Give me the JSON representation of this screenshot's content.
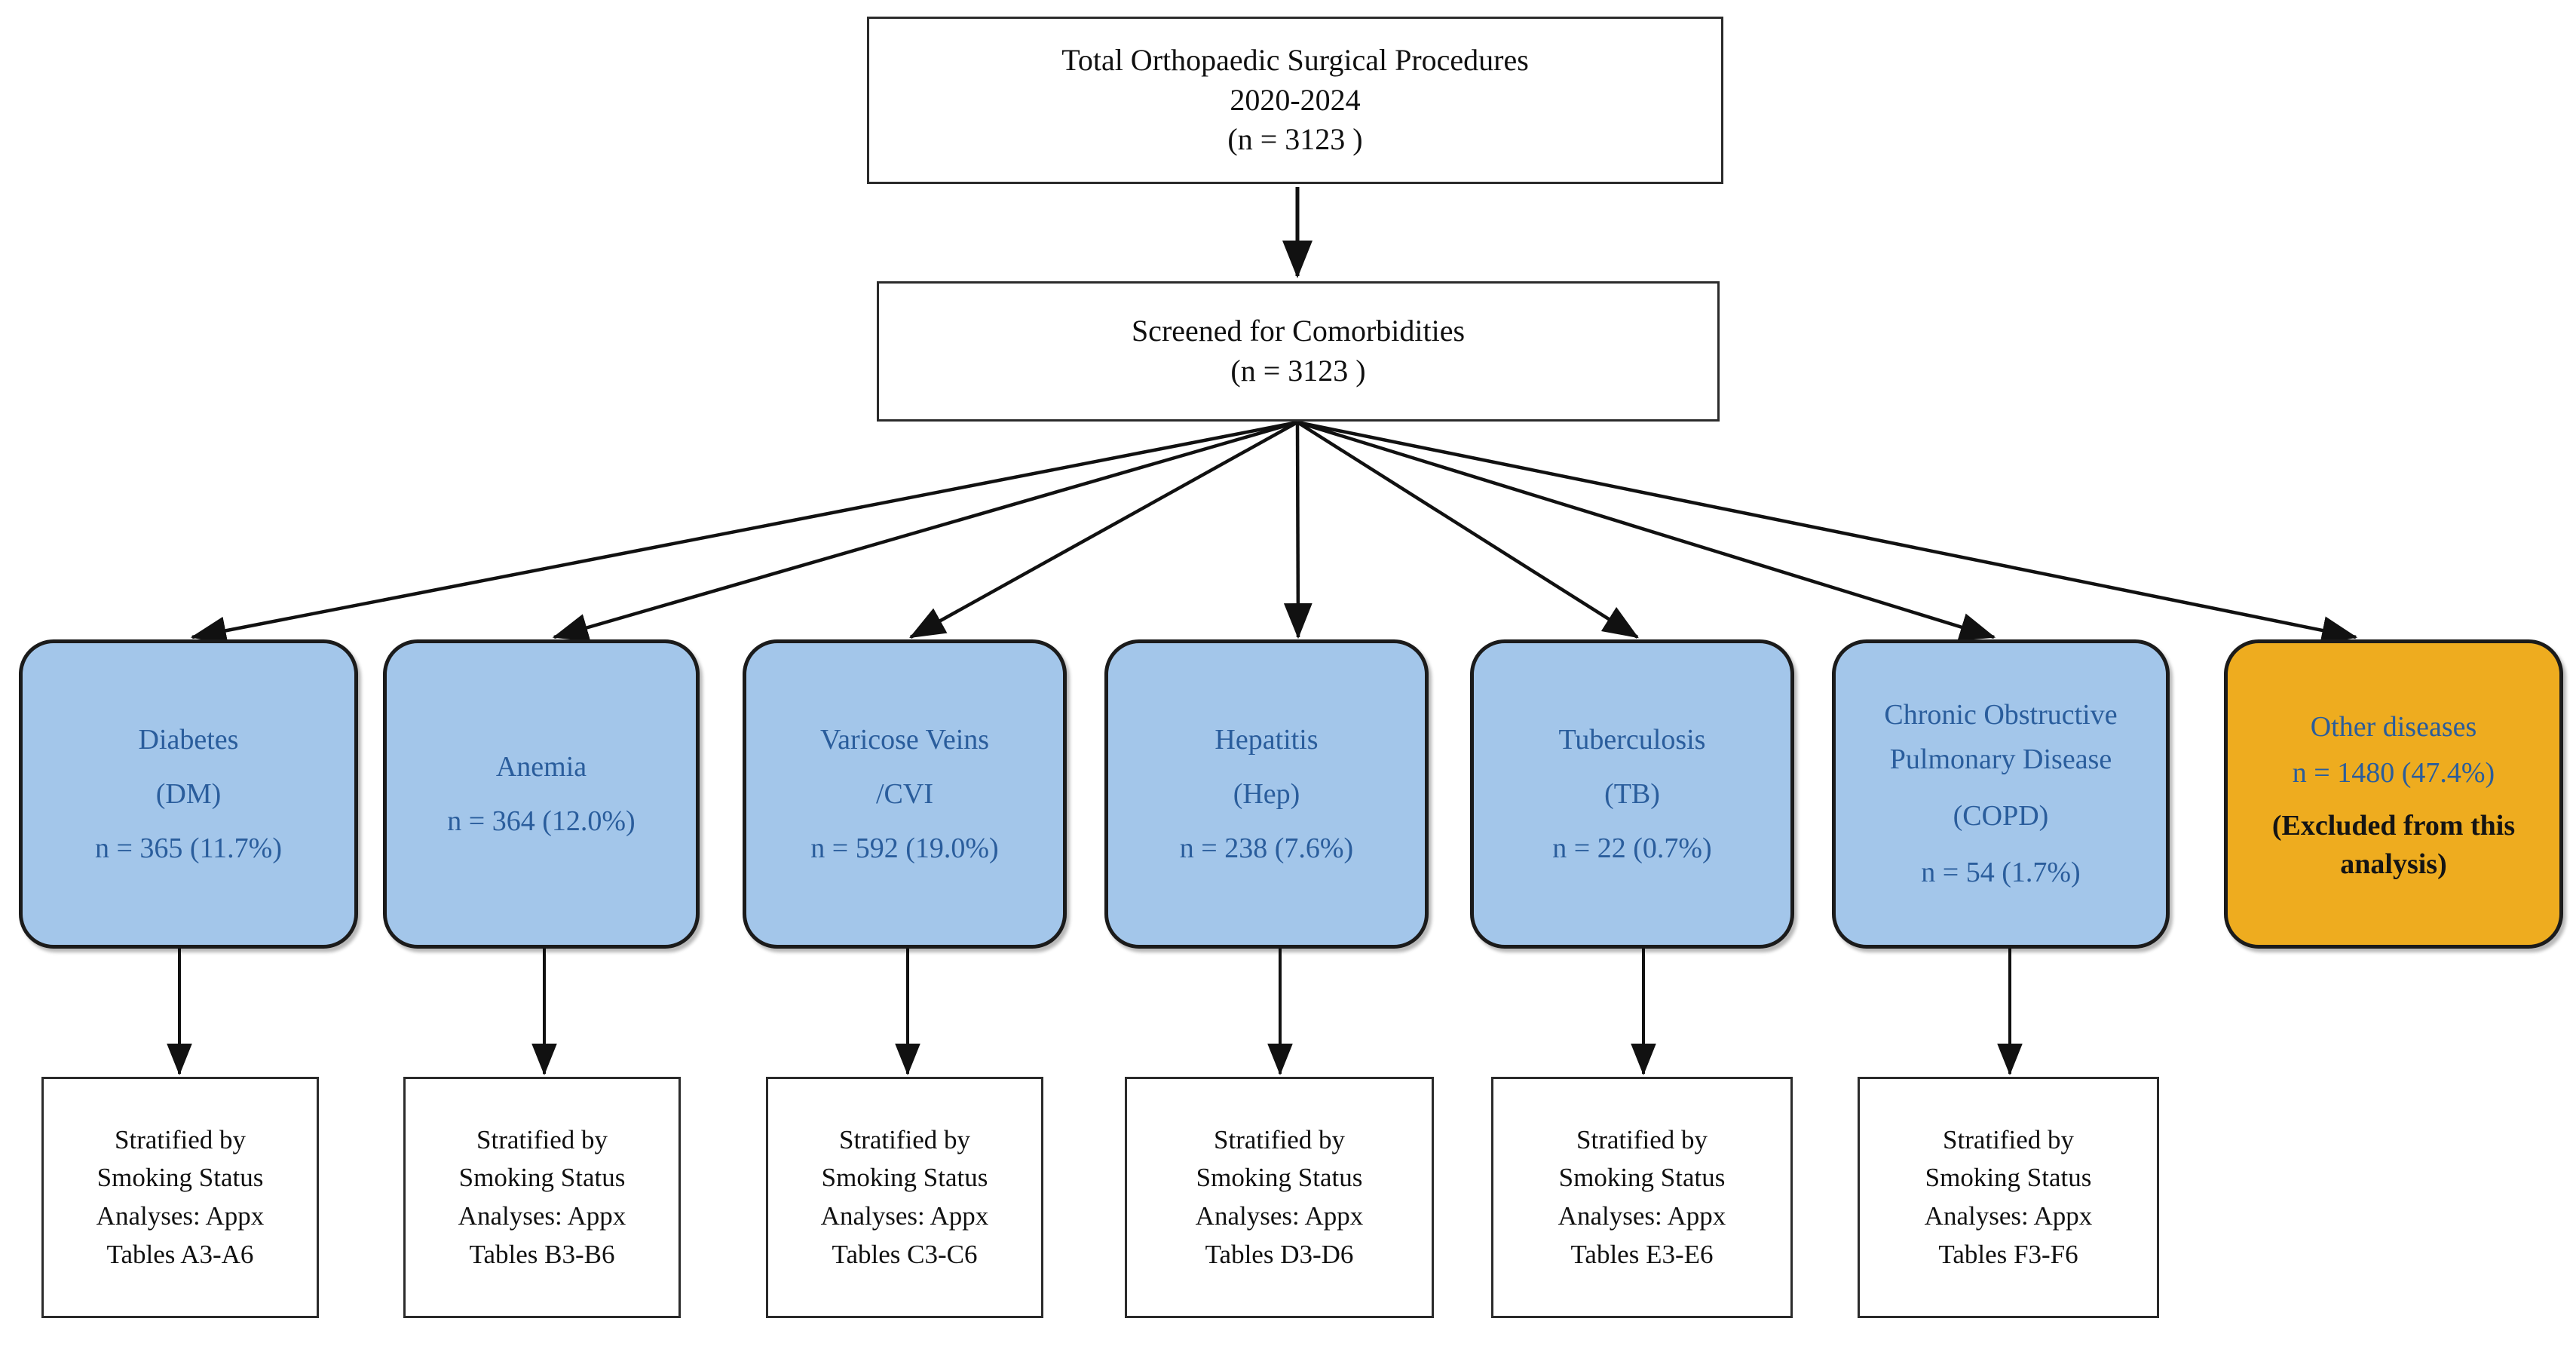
{
  "diagram": {
    "type": "flowchart",
    "title_node": {
      "lines": [
        "Total Orthopaedic Surgical Procedures",
        "2020-2024",
        "(n = 3123  )"
      ]
    },
    "screening_node": {
      "lines": [
        "Screened for Comorbidities",
        "(n = 3123  )"
      ]
    },
    "comorbidities": [
      {
        "name": "Diabetes",
        "abbrev": "(DM)",
        "count_label": "n = 365 (11.7%)",
        "n": 365,
        "percent": 11.7,
        "color": "#a3c6ea",
        "leaf": {
          "lines": [
            "Stratified by",
            "Smoking Status",
            "Analyses: Appx",
            "Tables A3-A6"
          ]
        }
      },
      {
        "name": "Anemia",
        "abbrev": "",
        "count_label": "n = 364 (12.0%)",
        "n": 364,
        "percent": 12.0,
        "color": "#a3c6ea",
        "leaf": {
          "lines": [
            "Stratified by",
            "Smoking Status",
            "Analyses: Appx",
            "Tables B3-B6"
          ]
        }
      },
      {
        "name": "Varicose Veins",
        "abbrev": "/CVI",
        "count_label": "n = 592 (19.0%)",
        "n": 592,
        "percent": 19.0,
        "color": "#a3c6ea",
        "leaf": {
          "lines": [
            "Stratified by",
            "Smoking Status",
            "Analyses: Appx",
            "Tables C3-C6"
          ]
        }
      },
      {
        "name": "Hepatitis",
        "abbrev": "(Hep)",
        "count_label": "n = 238 (7.6%)",
        "n": 238,
        "percent": 7.6,
        "color": "#a3c6ea",
        "leaf": {
          "lines": [
            "Stratified by",
            "Smoking Status",
            "Analyses: Appx",
            "Tables D3-D6"
          ]
        }
      },
      {
        "name": "Tuberculosis",
        "abbrev": "(TB)",
        "count_label": "n = 22 (0.7%)",
        "n": 22,
        "percent": 0.7,
        "color": "#a3c6ea",
        "leaf": {
          "lines": [
            "Stratified by",
            "Smoking Status",
            "Analyses: Appx",
            "Tables E3-E6"
          ]
        }
      },
      {
        "name": "Chronic Obstructive Pulmonary Disease",
        "name_line1": "Chronic Obstructive",
        "name_line2": "Pulmonary Disease",
        "abbrev": "(COPD)",
        "count_label": "n = 54 (1.7%)",
        "n": 54,
        "percent": 1.7,
        "color": "#a3c6ea",
        "leaf": {
          "lines": [
            "Stratified by",
            "Smoking Status",
            "Analyses: Appx",
            "Tables F3-F6"
          ]
        }
      }
    ],
    "excluded_node": {
      "name": "Other diseases",
      "count_label": "n = 1480 (47.4%)",
      "n": 1480,
      "percent": 47.4,
      "excluded_line1": "(Excluded from this",
      "excluded_line2": "analysis)",
      "color": "#eeac1f"
    },
    "colors": {
      "comorbidity_fill": "#a3c6ea",
      "excluded_fill": "#eeac1f",
      "comorbidity_text": "#2a5d9c",
      "border": "#1b1b1b",
      "arrow": "#111111",
      "background": "#ffffff"
    }
  }
}
